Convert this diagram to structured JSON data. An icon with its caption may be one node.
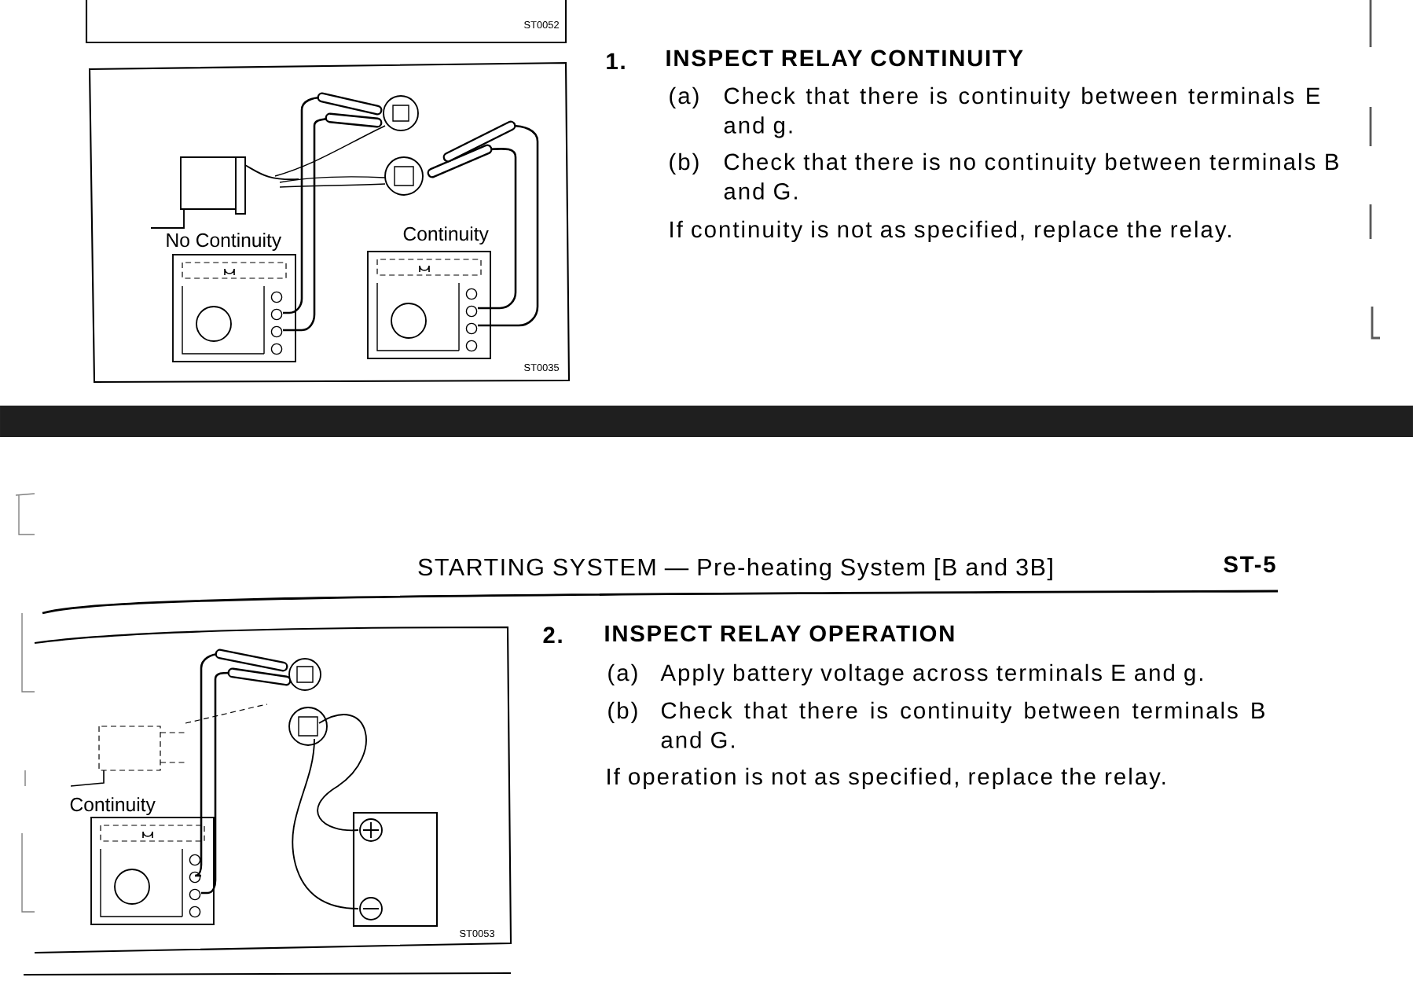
{
  "diagram": {
    "nodes": [
      {
        "text": [],
        "shape": "bar"
      }
    ],
    "labels": [
      "ST0052",
      "No Continuity",
      "Continuity",
      "ST0035",
      "1.",
      "INSPECT RELAY CONTINUITY",
      "(a)",
      "Check that there is continuity between terminals E and g.",
      "(b)",
      "Check that there is no continuity between terminals B and G.",
      "If continuity is not as specified, replace the relay.",
      "STARTING SYSTEM — Pre-heating System [B and 3B]",
      "ST-5",
      "Continuity",
      "ST0053",
      "2.",
      "INSPECT RELAY OPERATION",
      "(a)",
      "Apply battery voltage across terminals E and g.",
      "(b)",
      "Check that there is continuity between terminals B and G.",
      "If operation is not as specified, replace the relay."
    ]
  }
}
